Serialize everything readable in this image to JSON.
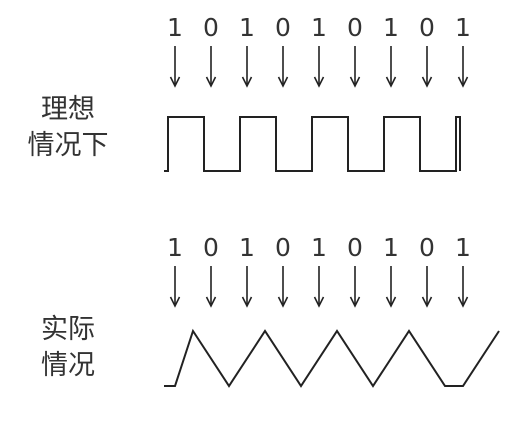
{
  "sections": [
    {
      "id": "ideal",
      "label_lines": [
        "理想",
        "情况下"
      ],
      "bits": [
        "1",
        "0",
        "1",
        "0",
        "1",
        "0",
        "1",
        "0",
        "1"
      ],
      "waveform": "square"
    },
    {
      "id": "real",
      "label_lines": [
        "实际",
        "情况"
      ],
      "bits": [
        "1",
        "0",
        "1",
        "0",
        "1",
        "0",
        "1",
        "0",
        "1"
      ],
      "waveform": "triangle"
    }
  ],
  "colors": {
    "text": "#333333",
    "line": "#222222"
  }
}
